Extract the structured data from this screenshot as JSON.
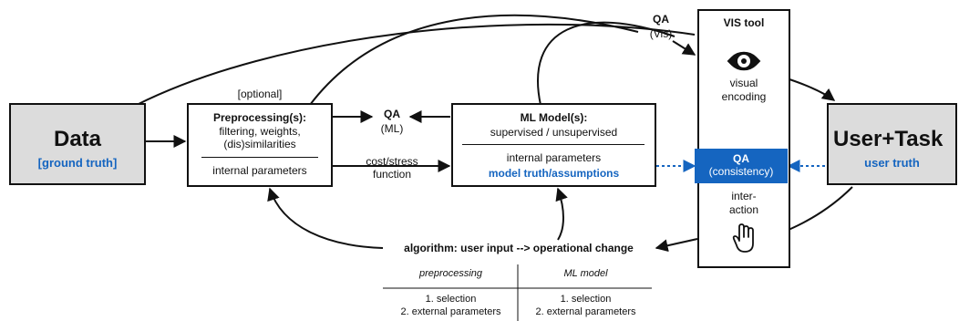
{
  "data_box": {
    "title": "Data",
    "subtitle": "[ground truth]"
  },
  "preprocessing": {
    "optional": "[optional]",
    "title": "Preprocessing(s):",
    "desc": "filtering, weights,\n(dis)similarities",
    "params": "internal parameters"
  },
  "qa_ml": {
    "title": "QA",
    "sub": "(ML)"
  },
  "cost": {
    "label": "cost/stress\nfunction"
  },
  "ml_model": {
    "title": "ML Model(s):",
    "desc": "supervised / unsupervised",
    "params": "internal parameters",
    "truth": "model truth/assumptions"
  },
  "qa_vis": {
    "title": "QA",
    "sub": "(Vis)"
  },
  "vis_tool": {
    "title": "VIS tool",
    "eye_icon": "eye-icon",
    "encoding": "visual\nencoding",
    "qa_title": "QA",
    "qa_sub": "(consistency)",
    "interaction": "inter-\naction",
    "hand_icon": "hand-icon"
  },
  "user_task": {
    "title": "User+Task",
    "subtitle": "user truth"
  },
  "algorithm": {
    "title": "algorithm: user input --> operational change",
    "headers": [
      "preprocessing",
      "ML model"
    ],
    "rows": [
      [
        "1. selection",
        "1. selection"
      ],
      [
        "2. external parameters",
        "2. external parameters"
      ]
    ]
  },
  "colors": {
    "accent": "#1565c0",
    "gray": "#dcdcdc",
    "ink": "#111111"
  }
}
